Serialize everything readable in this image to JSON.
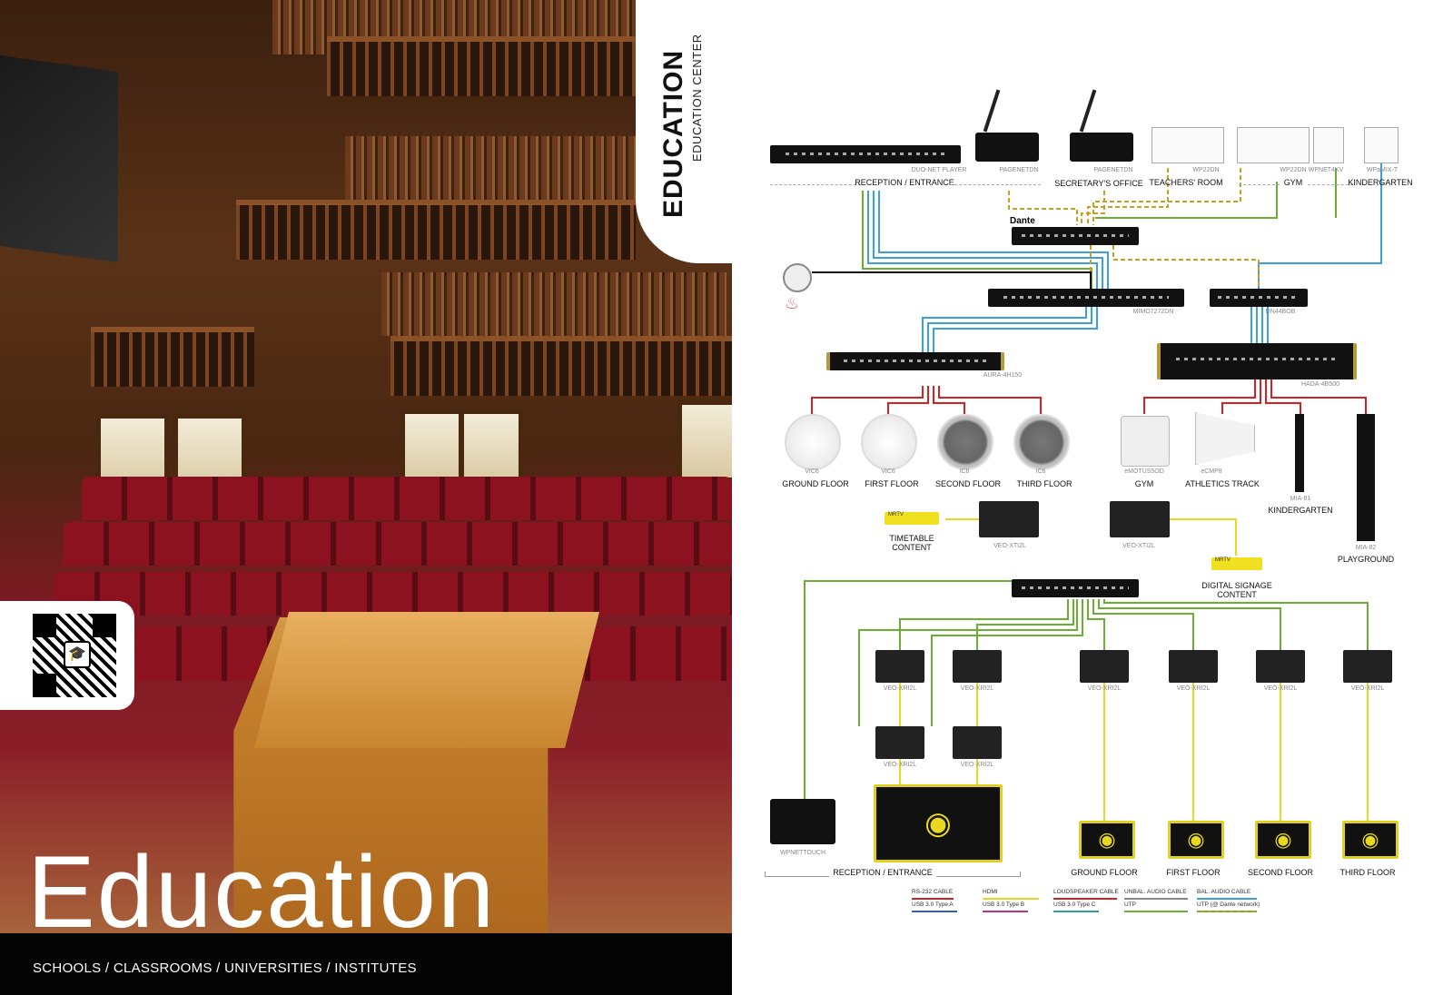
{
  "cover": {
    "section_title": "EDUCATION",
    "section_subtitle": "EDUCATION CENTER",
    "big_title": "Education",
    "subtitle": "SCHOOLS / CLASSROOMS / UNIVERSITIES / INSTITUTES"
  },
  "devices": {
    "duo_net_player": "DUO-NET PLAYER",
    "pagenetdn_1": "PAGENETDN",
    "pagenetdn_2": "PAGENETDN",
    "wp22dn_1": "WP22DN",
    "wp22dn_2": "WP22DN",
    "wpnet4kv": "WPNET4KV",
    "wpamix_t": "WPaMIX-T",
    "dante": "Dante",
    "mimo": "MIMO7272DN",
    "dn44bob": "DN44BOB",
    "aura": "AURA-4H150",
    "hada": "HADA-4B500",
    "vic6_1": "VIC6",
    "vic6_2": "VIC6",
    "ic6_1": "IC6",
    "ic6_2": "IC6",
    "emotus": "eMOTUS5OD",
    "ecmp8": "eCMP8",
    "mia81": "MIA-81",
    "mia82": "MIA-82",
    "veo_xti_1": "VEO-XTI2L",
    "veo_xti_2": "VEO-XTI2L",
    "veo_rx": "VEO-XRI2L",
    "wpnettouch": "WPNETTOUCH",
    "mrtv": "MRTV"
  },
  "zones": {
    "reception_entrance": "RECEPTION / ENTRANCE",
    "secretarys_office": "SECRETARY'S OFFICE",
    "teachers_room": "TEACHERS' ROOM",
    "gym": "GYM",
    "kindergarten": "KINDERGARTEN",
    "ground_floor": "GROUND FLOOR",
    "first_floor": "FIRST FLOOR",
    "second_floor": "SECOND FLOOR",
    "third_floor": "THIRD FLOOR",
    "athletics_track": "ATHLETICS TRACK",
    "playground": "PLAYGROUND",
    "timetable_content": "TIMETABLE CONTENT",
    "digital_signage_content": "DIGITAL SIGNAGE CONTENT"
  },
  "legend": [
    {
      "label": "RS-232 CABLE",
      "color": "#d92020"
    },
    {
      "label": "HDMI",
      "color": "#e8d820"
    },
    {
      "label": "LOUDSPEAKER CABLE",
      "color": "#d92020"
    },
    {
      "label": "UNBAL. AUDIO CABLE",
      "color": "#888888"
    },
    {
      "label": "BAL. AUDIO CABLE",
      "color": "#3aa0e0"
    },
    {
      "label": "USB 3.0 Type A",
      "color": "#3060c0"
    },
    {
      "label": "USB 3.0 Type B",
      "color": "#c03080"
    },
    {
      "label": "USB 3.0 Type C",
      "color": "#30a0a0"
    },
    {
      "label": "UTP",
      "color": "#6ab030"
    },
    {
      "label": "UTP (@ Dante network)",
      "color": "#6ab030"
    }
  ],
  "colors": {
    "speaker_cable": "#d92020",
    "balanced_audio": "#3aa0e0",
    "utp": "#6ab030",
    "hdmi": "#e8d820",
    "utp_dante": "#8ab020"
  }
}
